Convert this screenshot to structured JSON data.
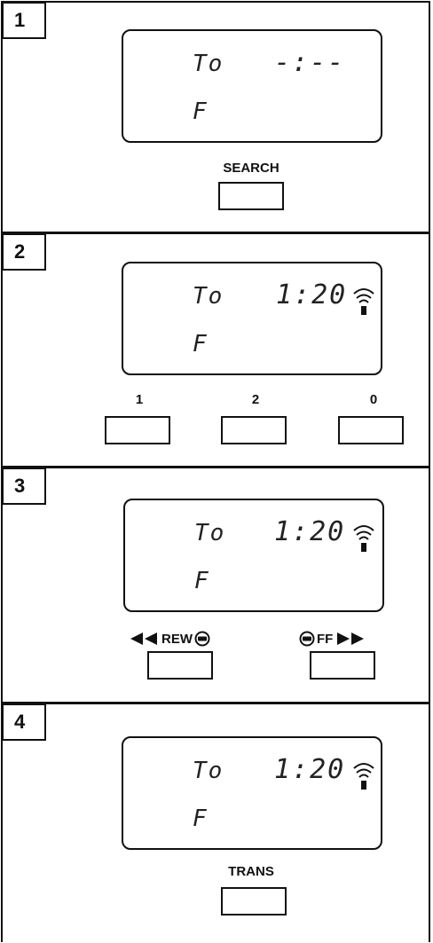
{
  "steps": [
    {
      "number": "1",
      "channel": "To",
      "time": "-:--",
      "field": "F",
      "button_label": "SEARCH"
    },
    {
      "number": "2",
      "channel": "To",
      "time": "1:20",
      "field": "F",
      "button_labels": [
        "1",
        "2",
        "0"
      ]
    },
    {
      "number": "3",
      "channel": "To",
      "time": "1:20",
      "field": "F",
      "rew_label": "REW",
      "ff_label": "FF"
    },
    {
      "number": "4",
      "channel": "To",
      "time": "1:20",
      "field": "F",
      "button_label": "TRANS"
    }
  ],
  "icons": [
    "signal-icon",
    "rewind-icon",
    "fast-forward-icon",
    "tape-icon"
  ]
}
